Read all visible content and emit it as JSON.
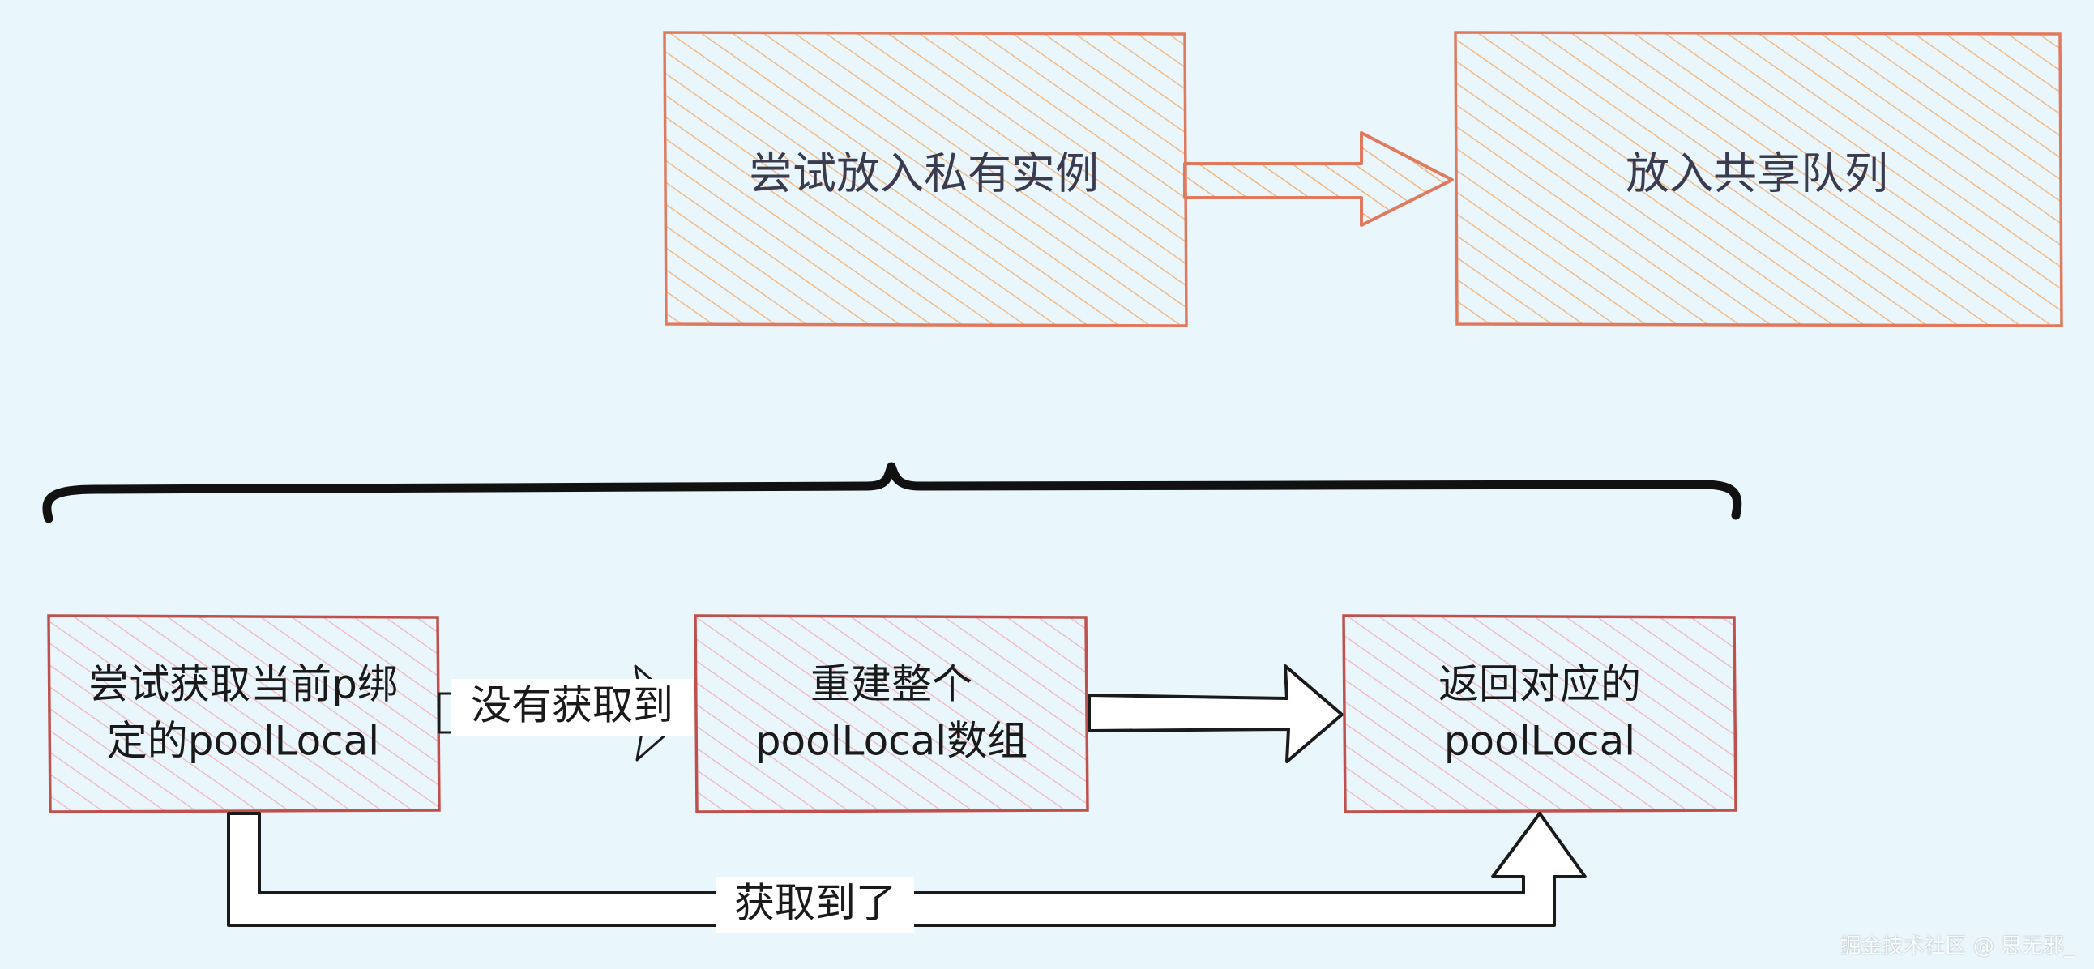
{
  "colors": {
    "background": "#e9f6fb",
    "top_box_stroke": "#e07a5f",
    "top_box_hatch": "#f3b37a",
    "bottom_box_stroke": "#c0504d",
    "bottom_box_hatch": "#f2a7b0",
    "text": "#3b3b4f",
    "text_dark": "#1a1a1a",
    "brace": "#111111"
  },
  "top_row": {
    "box_private": "尝试放入私有实例",
    "box_shared": "放入共享队列"
  },
  "bottom_row": {
    "box_try": {
      "line1": "尝试获取当前p绑",
      "line2": "定的poolLocal"
    },
    "box_rebuild": {
      "line1": "重建整个",
      "line2": "poolLocal数组"
    },
    "box_return": {
      "line1": "返回对应的",
      "line2": "poolLocal"
    },
    "label_not_got": "没有获取到",
    "label_got": "获取到了"
  },
  "watermark": "掘金技术社区 @ 思无邪_"
}
